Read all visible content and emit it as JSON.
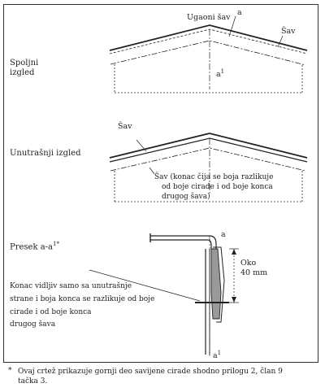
{
  "labels": {
    "corner_seam": "Ugaoni šav",
    "seam_top": "Šav",
    "a_top": "a",
    "a1_top": "a",
    "a1_top_sup": "1",
    "exterior_line1": "Spoljni",
    "exterior_line2": "izgled",
    "seam_middle": "Šav",
    "interior_view": "Unutrašnji izgled",
    "seam_note_line1": "Šav (konac čija se boja razlikuje",
    "seam_note_line2": "od boje cirade i od boje konca",
    "seam_note_line3": "drugog šava)",
    "section_title": "Presek a-a",
    "section_sup": "1*",
    "a_section": "a",
    "dimension_line1": "Oko",
    "dimension_line2": "40 mm",
    "thread_note": [
      "Konac vidljiv samo sa unutrašnje",
      "strane i boja konca se razlikuje od boje",
      "cirade i od boje konca",
      "drugog šava"
    ],
    "a1_bottom": "a",
    "a1_bottom_sup": "1"
  },
  "footnote": {
    "marker": "*",
    "line1": "Ovaj crtež prikazuje gornji deo savijene cirade shodno prilogu 2, član 9",
    "line2": "tačka 3."
  }
}
